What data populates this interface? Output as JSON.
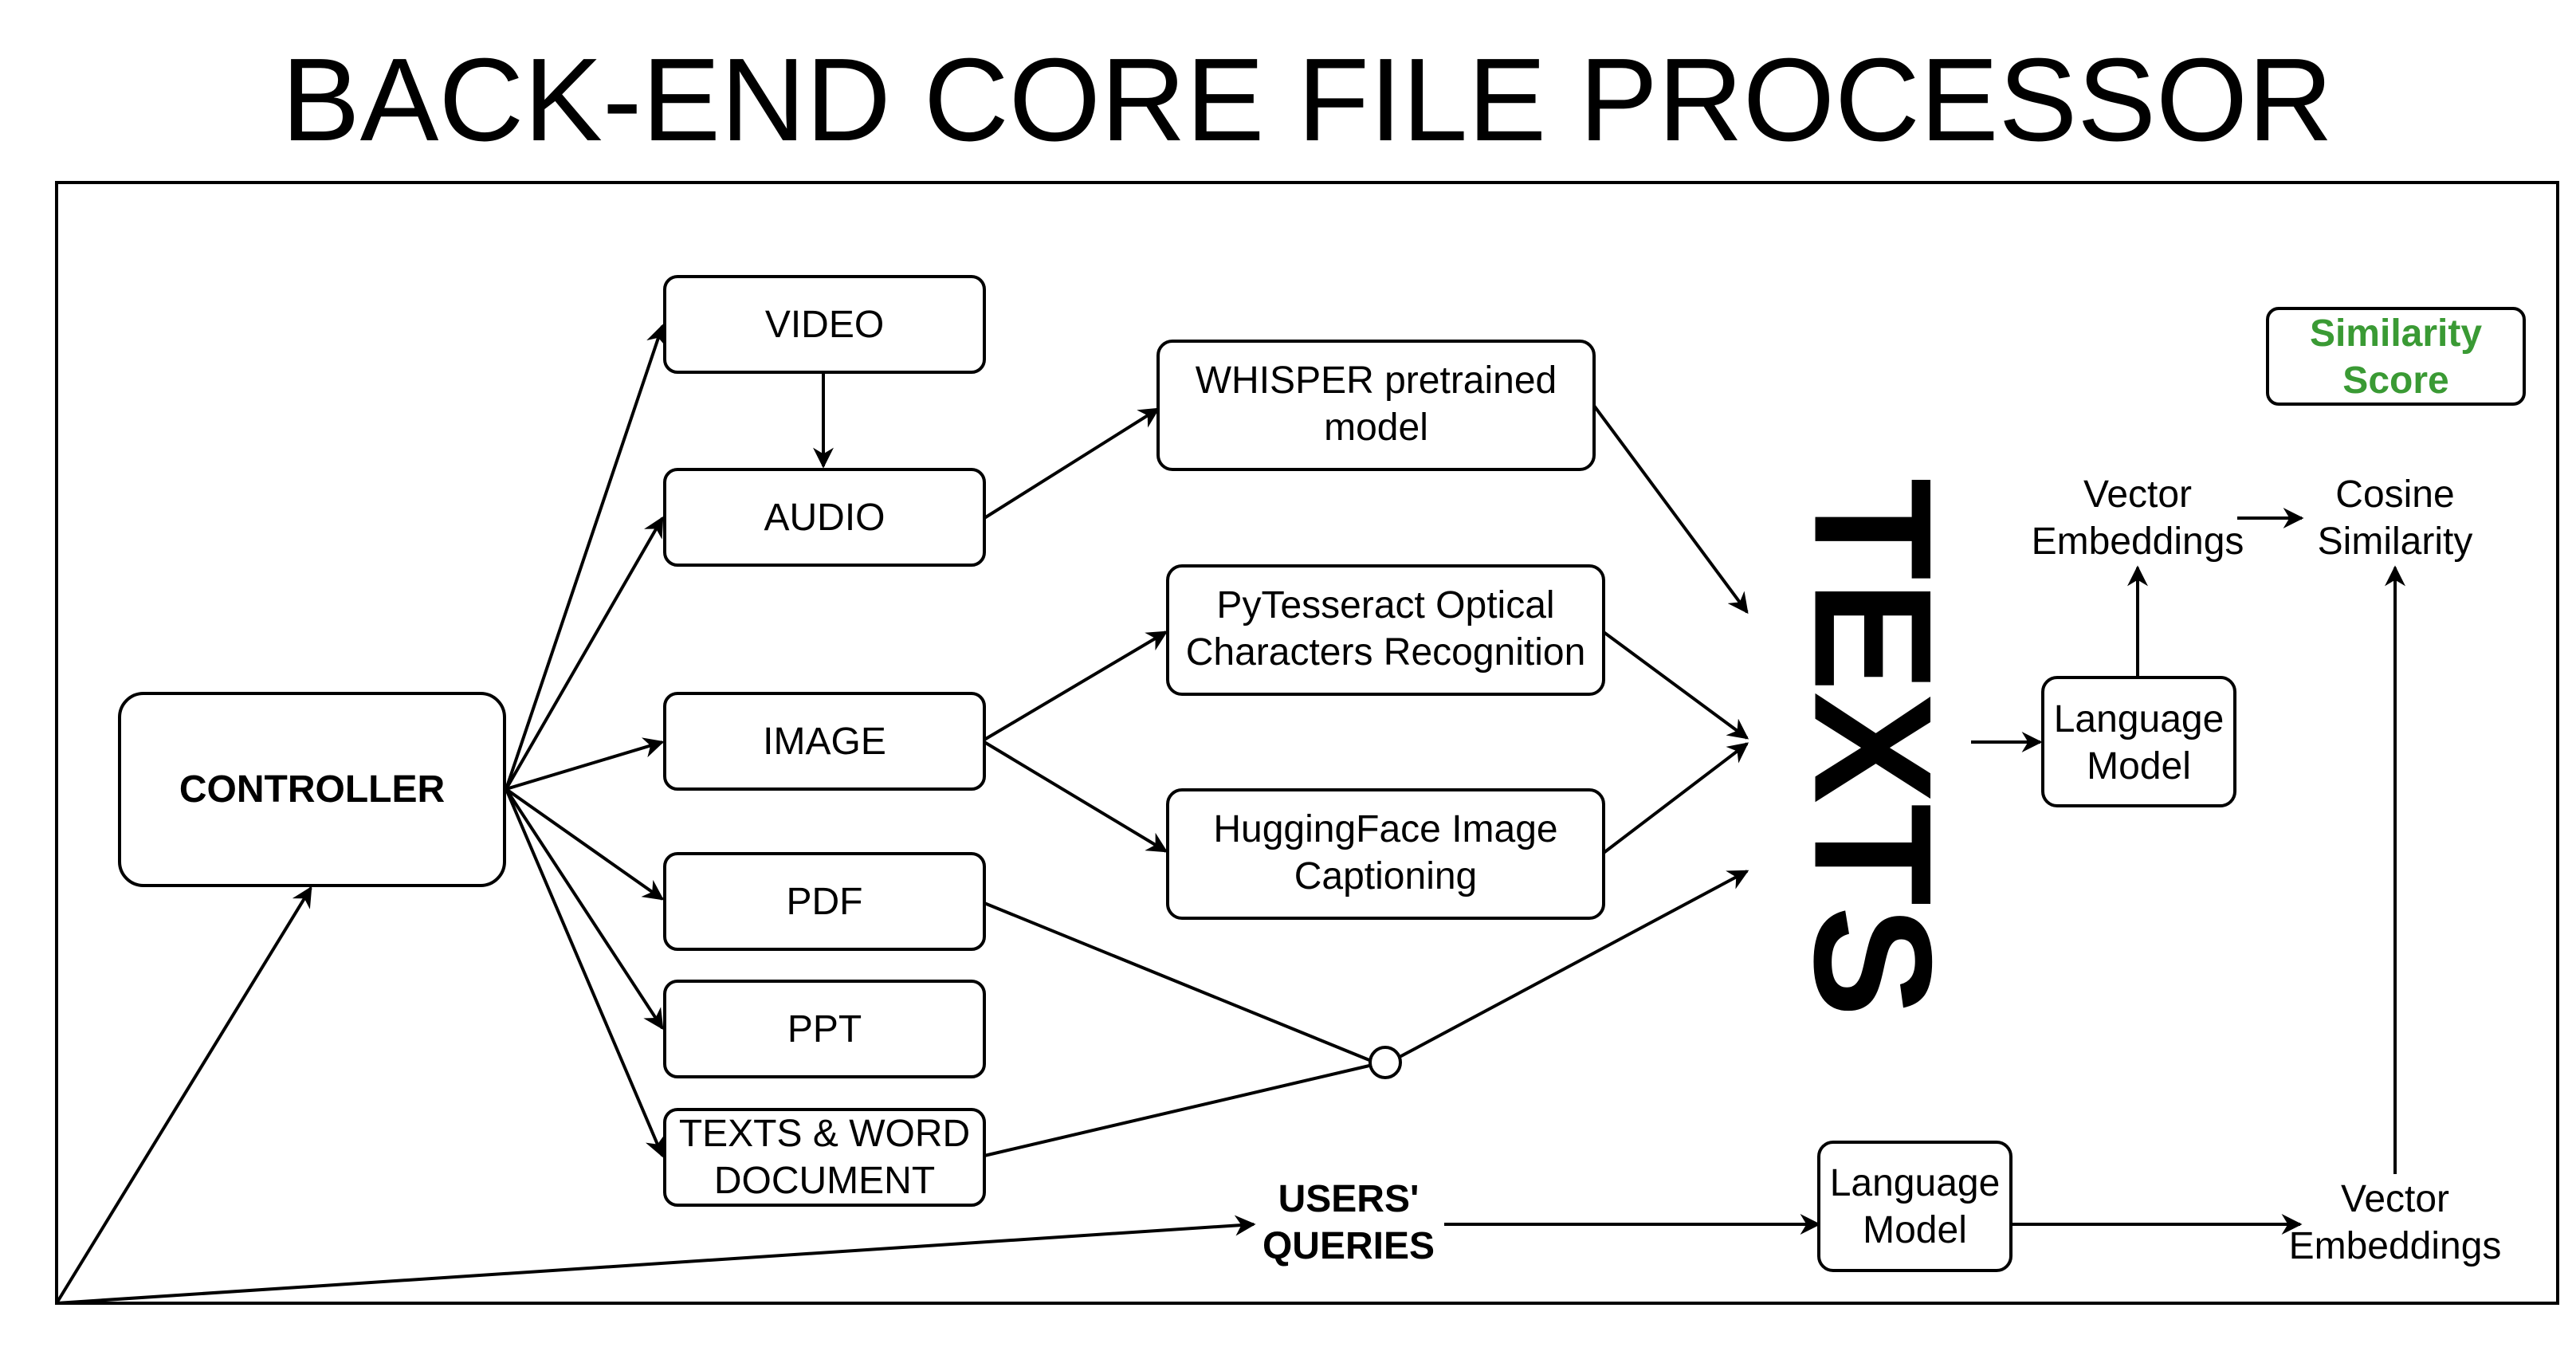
{
  "title": "BACK-END CORE FILE PROCESSOR",
  "colors": {
    "stroke": "#000000",
    "background": "#ffffff",
    "similarity_score": "#3a9a34"
  },
  "nodes": {
    "controller": {
      "lines": [
        "CONTROLLER"
      ]
    },
    "video": {
      "lines": [
        "VIDEO"
      ]
    },
    "audio": {
      "lines": [
        "AUDIO"
      ]
    },
    "image": {
      "lines": [
        "IMAGE"
      ]
    },
    "pdf": {
      "lines": [
        "PDF"
      ]
    },
    "ppt": {
      "lines": [
        "PPT"
      ]
    },
    "texts_word": {
      "lines": [
        "TEXTS & WORD",
        "DOCUMENT"
      ]
    },
    "whisper": {
      "lines": [
        "WHISPER pretrained",
        "model"
      ]
    },
    "pytesseract": {
      "lines": [
        "PyTesseract Optical",
        "Characters Recognition"
      ]
    },
    "huggingface": {
      "lines": [
        "HuggingFace Image",
        "Captioning"
      ]
    },
    "texts": {
      "lines": [
        "TEXTS"
      ]
    },
    "language_model_top": {
      "lines": [
        "Language",
        "Model"
      ]
    },
    "vector_embeddings_top": {
      "lines": [
        "Vector",
        "Embeddings"
      ]
    },
    "cosine_similarity": {
      "lines": [
        "Cosine",
        "Similarity"
      ]
    },
    "similarity_score": {
      "lines": [
        "Similarity",
        "Score"
      ]
    },
    "users_queries": {
      "lines": [
        "USERS'",
        "QUERIES"
      ]
    },
    "language_model_bottom": {
      "lines": [
        "Language",
        "Model"
      ]
    },
    "vector_embeddings_bottom": {
      "lines": [
        "Vector",
        "Embeddings"
      ]
    }
  }
}
